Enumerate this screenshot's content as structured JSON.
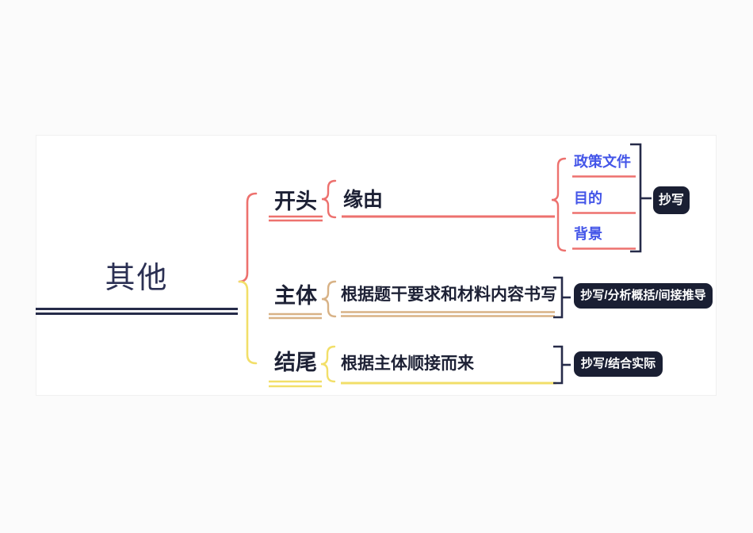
{
  "root": {
    "label": "其他"
  },
  "branches": [
    {
      "label": "开头",
      "child": "缘由",
      "leaves": [
        {
          "label": "政策文件"
        },
        {
          "label": "目的"
        },
        {
          "label": "背景"
        }
      ],
      "badge": "抄写"
    },
    {
      "label": "主体",
      "child": "根据题干要求和材料内容书写",
      "badge": "抄写/分析概括/间接推导"
    },
    {
      "label": "结尾",
      "child": "根据主体顺接而来",
      "badge": "抄写/结合实际"
    }
  ],
  "colors": {
    "red": "#ed716e",
    "tan": "#d8b286",
    "yellow": "#f2df69",
    "navy": "#262b49",
    "blue": "#4355e8",
    "badge_bg": "#1a1f33",
    "text_dark": "#1d2135",
    "root_text": "#2b3053"
  }
}
